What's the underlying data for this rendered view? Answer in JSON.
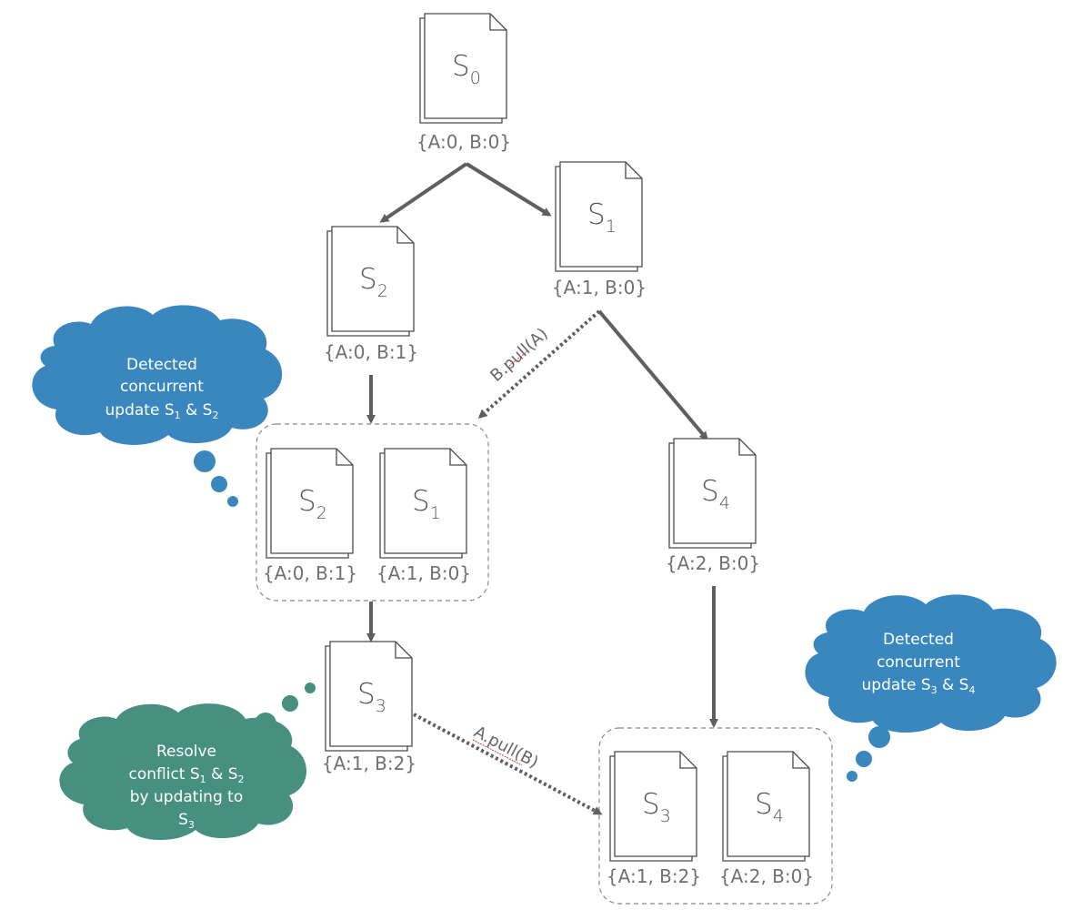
{
  "docs": {
    "s0": {
      "base": "S",
      "sub": "0",
      "clock": "{A:0, B:0}"
    },
    "s1": {
      "base": "S",
      "sub": "1",
      "clock": "{A:1, B:0}"
    },
    "s2": {
      "base": "S",
      "sub": "2",
      "clock": "{A:0, B:1}"
    },
    "g1_s2": {
      "base": "S",
      "sub": "2",
      "clock": "{A:0, B:1}"
    },
    "g1_s1": {
      "base": "S",
      "sub": "1",
      "clock": "{A:1, B:0}"
    },
    "s4": {
      "base": "S",
      "sub": "4",
      "clock": "{A:2, B:0}"
    },
    "s3": {
      "base": "S",
      "sub": "3",
      "clock": "{A:1, B:2}"
    },
    "g2_s3": {
      "base": "S",
      "sub": "3",
      "clock": "{A:1, B:2}"
    },
    "g2_s4": {
      "base": "S",
      "sub": "4",
      "clock": "{A:2, B:0}"
    }
  },
  "edges": {
    "b_pull": "B.pull(A)",
    "a_pull": "A.pull(B)"
  },
  "bubbles": {
    "detect1": {
      "line1": "Detected",
      "line2": "concurrent",
      "line3_prefix": "update S",
      "sub_a": "1",
      "amp": " & S",
      "sub_b": "2"
    },
    "detect2": {
      "line1": "Detected",
      "line2": "concurrent",
      "line3_prefix": "update S",
      "sub_a": "3",
      "amp": " & S",
      "sub_b": "4"
    },
    "resolve": {
      "line1": "Resolve",
      "line2_prefix": "conflict S",
      "sub_a": "1",
      "amp": " & S",
      "sub_b": "2",
      "line3": "by updating to",
      "line4_base": "S",
      "line4_sub": "3"
    }
  },
  "colors": {
    "arrow": "#5f5f5f",
    "doc_stroke": "#4a4a4a",
    "group_border": "#888888",
    "blue_bubble": "#3a87c0",
    "teal_bubble": "#47907f"
  }
}
